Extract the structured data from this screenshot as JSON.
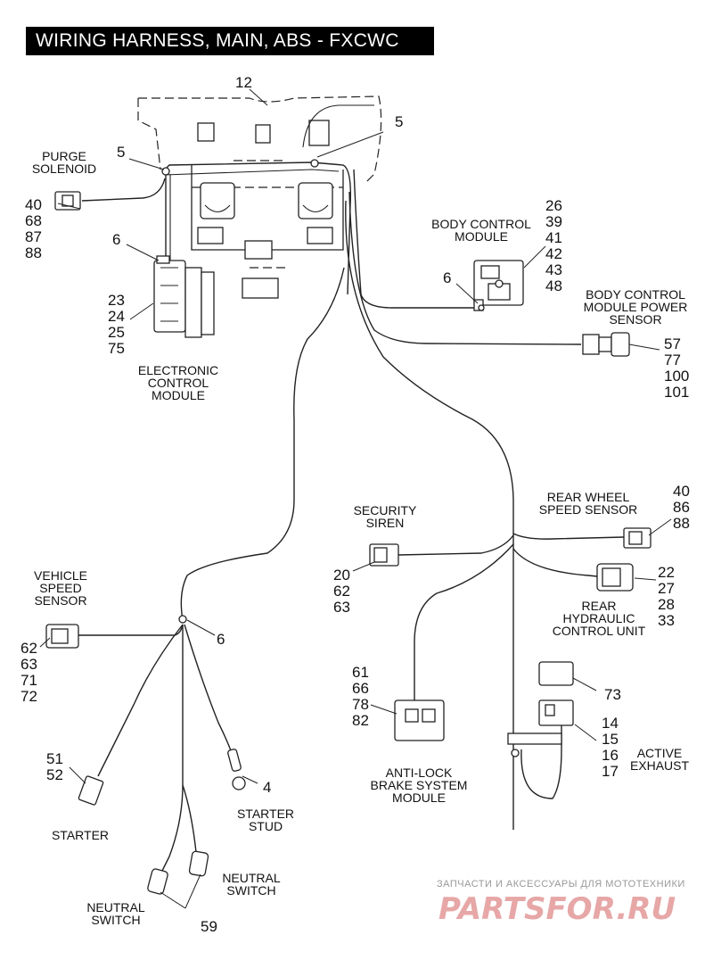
{
  "title": "WIRING HARNESS, MAIN, ABS - FXCWC",
  "labels": {
    "purge_solenoid": [
      "PURGE",
      "SOLENOID"
    ],
    "body_control_module": [
      "BODY CONTROL",
      "MODULE"
    ],
    "bcm_power_sensor": [
      "BODY CONTROL",
      "MODULE POWER",
      "SENSOR"
    ],
    "electronic_control_module": [
      "ELECTRONIC",
      "CONTROL",
      "MODULE"
    ],
    "rear_wheel_speed_sensor": [
      "REAR WHEEL",
      "SPEED SENSOR"
    ],
    "security_siren": [
      "SECURITY",
      "SIREN"
    ],
    "vehicle_speed_sensor": [
      "VEHICLE",
      "SPEED",
      "SENSOR"
    ],
    "rear_hydraulic_control_unit": [
      "REAR",
      "HYDRAULIC",
      "CONTROL UNIT"
    ],
    "active_exhaust": [
      "ACTIVE",
      "EXHAUST"
    ],
    "abs_module": [
      "ANTI-LOCK",
      "BRAKE SYSTEM",
      "MODULE"
    ],
    "starter_stud": [
      "STARTER",
      "STUD"
    ],
    "starter": [
      "STARTER"
    ],
    "neutral_switch_right": [
      "NEUTRAL",
      "SWITCH"
    ],
    "neutral_switch_left": [
      "NEUTRAL",
      "SWITCH"
    ]
  },
  "callouts": {
    "c12": "12",
    "c5_top": "5",
    "c5_left": "5",
    "c6_ecm": "6",
    "c6_bcm": "6",
    "c6_lower": "6",
    "purge_nums": [
      "40",
      "68",
      "87",
      "88"
    ],
    "bcm_nums": [
      "26",
      "39",
      "41",
      "42",
      "43",
      "48"
    ],
    "ecm_nums": [
      "23",
      "24",
      "25",
      "75"
    ],
    "bcm_sensor_nums": [
      "57",
      "77",
      "100",
      "101"
    ],
    "rws_nums": [
      "40",
      "86",
      "88"
    ],
    "siren_nums": [
      "20",
      "62",
      "63"
    ],
    "rhcu_nums": [
      "22",
      "27",
      "28",
      "33"
    ],
    "vss_nums": [
      "62",
      "63",
      "71",
      "72"
    ],
    "abs_nums": [
      "61",
      "66",
      "78",
      "82"
    ],
    "c73": "73",
    "exhaust_nums": [
      "14",
      "15",
      "16",
      "17"
    ],
    "starter_nums": [
      "51",
      "52"
    ],
    "c4": "4",
    "c59": "59"
  },
  "watermark": {
    "line1": "ЗАПЧАСТИ И АКСЕССУАРЫ ДЛЯ МОТОТЕХНИКИ",
    "line2": "PARTSFOR.RU"
  },
  "colors": {
    "line": "#222222",
    "title_bg": "#000000",
    "watermark": "#e7a7a7"
  }
}
